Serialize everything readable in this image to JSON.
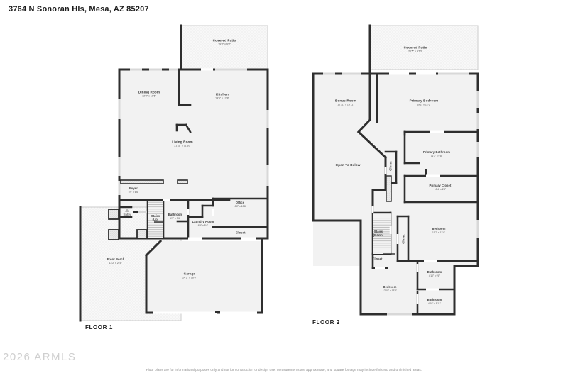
{
  "header": {
    "title": "3764 N Sonoran Hls, Mesa, AZ 85207"
  },
  "watermark": "2026 ARMLS",
  "footer": {
    "disclaimer": "Floor plans are for informational purposes only and not for construction or design use. Measurements are approximate, and square footage may include finished and unfinished areas."
  },
  "floors": [
    {
      "id": "floor-1",
      "label": "FLOOR 1",
      "rooms": [
        {
          "name": "Covered Patio",
          "dim": "19'8\" x 9'8\""
        },
        {
          "name": "Dining Room",
          "dim": "12'8\" x 19'6\""
        },
        {
          "name": "Kitchen",
          "dim": "19'5\" x 12'8\""
        },
        {
          "name": "Living Room",
          "dim": "21'11\" x 11'10\""
        },
        {
          "name": "Foyer",
          "dim": "5'9\" x 6'6\""
        },
        {
          "name": "Entry",
          "dim": ""
        },
        {
          "name": "Stairs\n(Up)",
          "dim": ""
        },
        {
          "name": "Bathroom",
          "dim": "4'9\" x 9'6\""
        },
        {
          "name": "Laundry Room",
          "dim": "6'5\" x 5'4\""
        },
        {
          "name": "Office",
          "dim": "10'2\" x 10'8\""
        },
        {
          "name": "Closet",
          "dim": ""
        },
        {
          "name": "Front Porch",
          "dim": "14'2\" x 25'8\""
        },
        {
          "name": "Garage",
          "dim": "24'3\" x 16'6\""
        }
      ]
    },
    {
      "id": "floor-2",
      "label": "FLOOR 2",
      "rooms": [
        {
          "name": "Covered Patio",
          "dim": "26'5\" x 9'10\""
        },
        {
          "name": "Bonus Room",
          "dim": "12'11\" x 15'11\""
        },
        {
          "name": "Primary Bedroom",
          "dim": "19'2\" x 12'6\""
        },
        {
          "name": "Open To Below",
          "dim": ""
        },
        {
          "name": "Closet",
          "dim": ""
        },
        {
          "name": "Primary Bathroom",
          "dim": "11'7\" x 9'8\""
        },
        {
          "name": "Primary Closet",
          "dim": "10'4\" x 6'3\""
        },
        {
          "name": "Stairs\n(Down)",
          "dim": ""
        },
        {
          "name": "Closet",
          "dim": ""
        },
        {
          "name": "Closet",
          "dim": ""
        },
        {
          "name": "Bedroom",
          "dim": "11'7\" x 12'4\""
        },
        {
          "name": "Bathroom",
          "dim": "4'10\" x 9'8\""
        },
        {
          "name": "Bathroom",
          "dim": "4'10\" x 5'11\""
        },
        {
          "name": "Bedroom",
          "dim": "12'10\" x 13'8\""
        }
      ]
    }
  ],
  "colors": {
    "wall": "#2e2e2e",
    "room_fill": "#f2f2f2",
    "patio_fill": "#f7f7f7",
    "patio_outline": "#cfcfcf",
    "door_gap": "#ffffff",
    "window": "#d8d8d8",
    "text": "#3a3a3a",
    "watermark": "#cfcfcf"
  }
}
